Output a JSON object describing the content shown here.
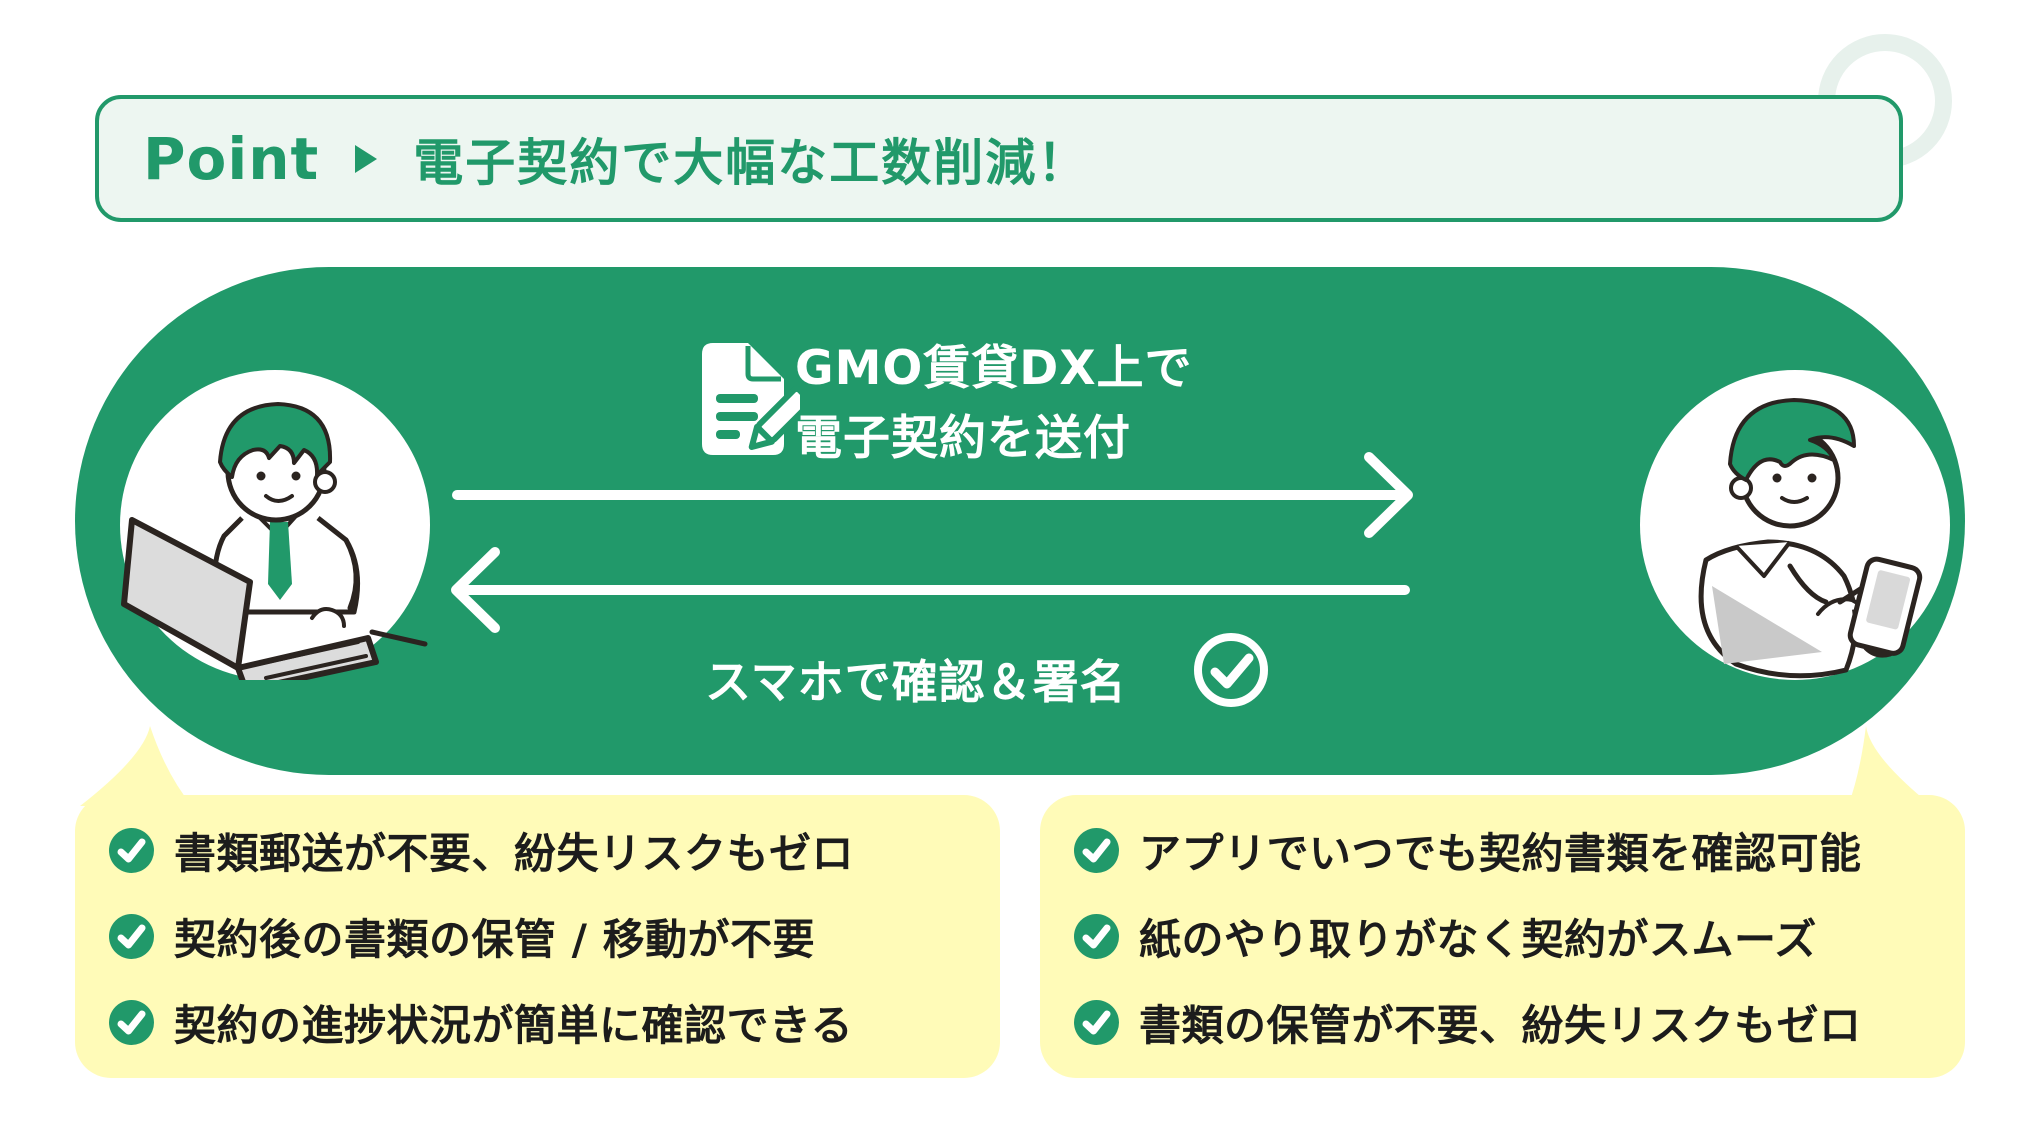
{
  "colors": {
    "brand_green": "#21996a",
    "header_bg": "#edf6f1",
    "decorative_ring": "#e7f1ec",
    "bubble_yellow": "#fffbb8",
    "text_dark": "#1c1c1c",
    "line_art": "#2b2420",
    "laptop_gray": "#dcdcdc",
    "white": "#ffffff"
  },
  "header": {
    "badge": "Point",
    "arrow_icon": "play-triangle-icon",
    "title": "電子契約で大幅な工数削減！"
  },
  "flow": {
    "forward": {
      "icon": "document-sign-icon",
      "line1": "GMO賃貸DX上で",
      "line2": "電子契約を送付",
      "arrow_icon": "arrow-right-icon"
    },
    "backward": {
      "label": "スマホで確認＆署名",
      "icon": "check-circle-outline-icon",
      "arrow_icon": "arrow-left-icon"
    },
    "left_actor": "operator-at-laptop-illustration",
    "right_actor": "user-with-smartphone-illustration"
  },
  "benefits_left": {
    "bullet_icon": "check-circle-icon",
    "items": [
      {
        "text": "書類郵送が不要、紛失リスクもゼロ"
      },
      {
        "text": "契約後の書類の保管 / 移動が不要"
      },
      {
        "text": "契約の進捗状況が簡単に確認できる"
      }
    ]
  },
  "benefits_right": {
    "bullet_icon": "check-circle-icon",
    "items": [
      {
        "text": "アプリでいつでも契約書類を確認可能"
      },
      {
        "text": "紙のやり取りがなく契約がスムーズ"
      },
      {
        "text": "書類の保管が不要、紛失リスクもゼロ"
      }
    ]
  }
}
